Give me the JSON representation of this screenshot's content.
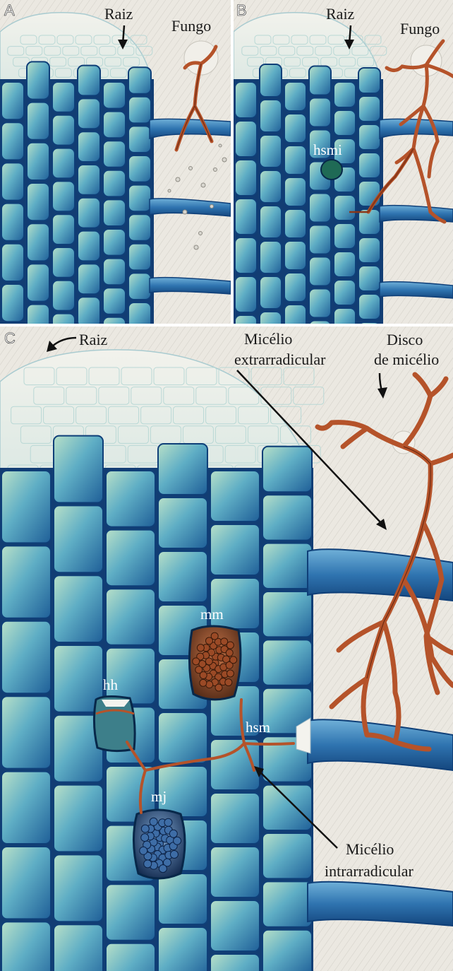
{
  "panels": {
    "a": {
      "letter": "A",
      "root_label": "Raiz",
      "fungus_label": "Fungo"
    },
    "b": {
      "letter": "B",
      "root_label": "Raiz",
      "fungus_label": "Fungo",
      "hsmi_label": "hsmi"
    },
    "c": {
      "letter": "C",
      "root_label": "Raiz",
      "extraradical_label_line1": "Micélio",
      "extraradical_label_line2": "extrarradicular",
      "disc_label_line1": "Disco",
      "disc_label_line2": "de micélio",
      "mm_label": "mm",
      "hh_label": "hh",
      "hsm_label": "hsm",
      "mj_label": "mj",
      "intraradical_label_line1": "Micélio",
      "intraradical_label_line2": "intrarradicular"
    }
  },
  "colors": {
    "cell_fill": "#4d96b8",
    "cell_light": "#9fd2c2",
    "cell_outline": "#0f3f78",
    "hypha": "#b5532a",
    "hypha_dark": "#6e2a12",
    "paper": "#ece9e2"
  }
}
